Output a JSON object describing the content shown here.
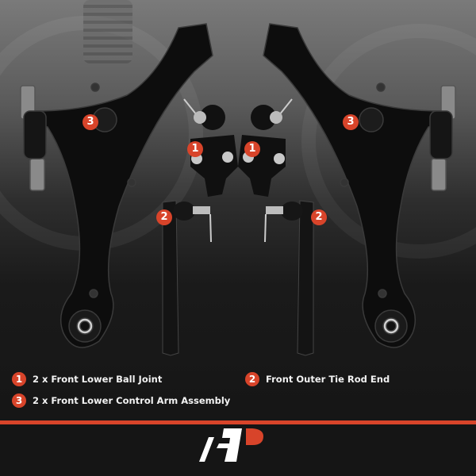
{
  "product_image": {
    "alt": "Front lower control arms, ball joints and outer tie rod ends kit",
    "callouts": [
      {
        "id": "callout-3-left",
        "number": "3"
      },
      {
        "id": "callout-1-left",
        "number": "1"
      },
      {
        "id": "callout-1-right",
        "number": "1"
      },
      {
        "id": "callout-3-right",
        "number": "3"
      },
      {
        "id": "callout-2-left",
        "number": "2"
      },
      {
        "id": "callout-2-right",
        "number": "2"
      }
    ]
  },
  "legend": {
    "items": [
      {
        "number": "1",
        "label": "2 x Front Lower Ball Joint"
      },
      {
        "number": "2",
        "label": "Front Outer Tie Rod End"
      },
      {
        "number": "3",
        "label": "2 x Front Lower Control Arm Assembly"
      }
    ]
  },
  "colors": {
    "accent": "#d8442a",
    "background": "#151515",
    "text": "#f2f2f2"
  },
  "brand": {
    "logo": "A-Premium logo (white A with red P)"
  }
}
